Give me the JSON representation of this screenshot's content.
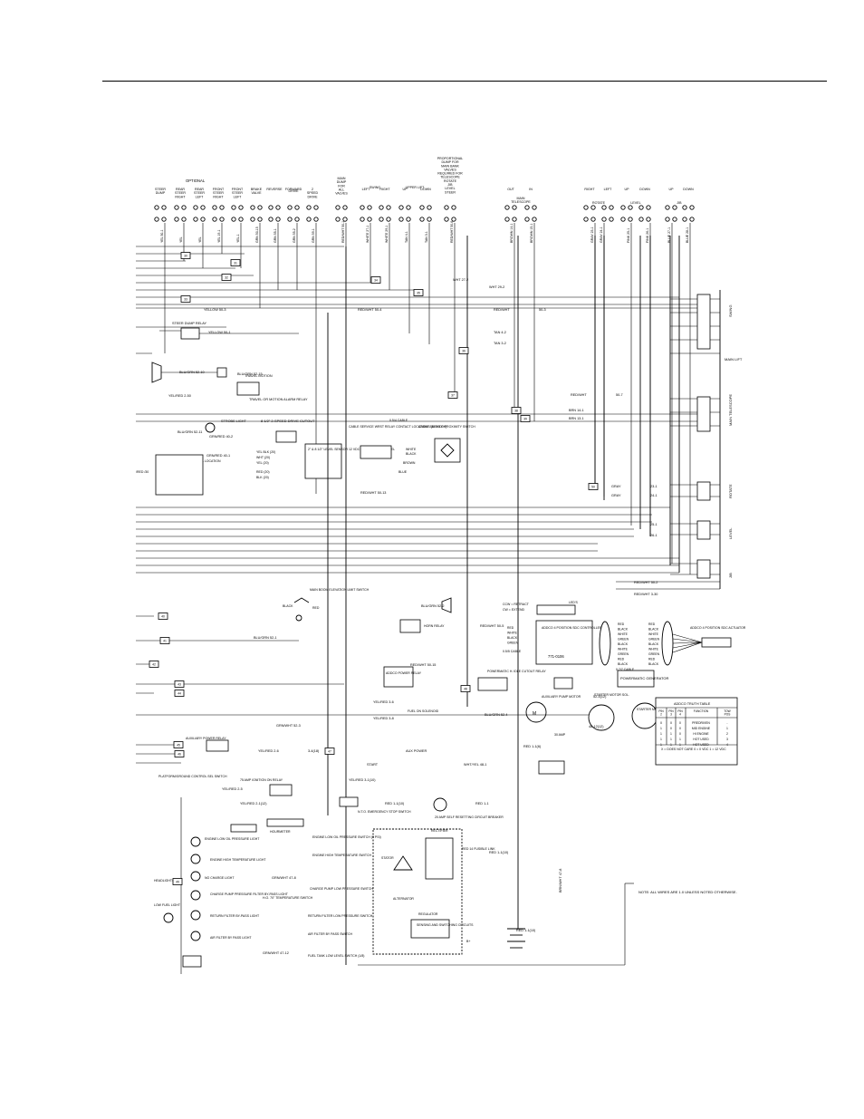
{
  "colors": {
    "ink": "#000000",
    "paper": "#ffffff"
  },
  "header": {
    "optional": "OPTIONAL"
  },
  "top_labels": {
    "steer_dump": "STEER\nDUMP",
    "rear_steer_right": "REAR\nSTEER\nRIGHT",
    "rear_steer_left": "REAR\nSTEER\nLEFT",
    "front_steer_right": "FRONT\nSTEER\nRIGHT",
    "front_steer_left": "FRONT\nSTEER\nLEFT",
    "brake_valve": "BRAKE\nVALVE",
    "drive": "DRIVE",
    "reverse": "REVERSE",
    "forward": "FORWARD",
    "two_speed": "2\nSPEED\nDRIVE",
    "main_dump": "MAIN\nDUMP\nFOR\nALL\nVALVES",
    "swing": "SWING",
    "swing_left": "LEFT",
    "swing_right": "RIGHT",
    "upper_lift": "UPPER LIFT",
    "up": "UP",
    "down": "DOWN",
    "proportional": "PROPORTIONAL\nDUMP FOR\nMAIN BANK\nVALVES\nREQUIRED FOR\nTELESCOPE\nROTATE\nJIB\nLEVEL\nSTEER",
    "main_telescope": "MAIN\nTELESCOPE",
    "out": "OUT",
    "in": "IN",
    "rotate": "ROTATE",
    "rotate_right": "RIGHT",
    "rotate_left": "LEFT",
    "level": "LEVEL",
    "level_up": "UP",
    "level_down": "DOWN",
    "jib": "JIB",
    "jib_up": "UP",
    "jib_down": "DOWN"
  },
  "wire_tags": {
    "yel_50_1": "YEL 50-1",
    "yel_t": "YEL",
    "yel_19_1": "YEL 19-1",
    "yel_11": "YEL-1",
    "grn_50_15": "GRN 50-15",
    "grn_55_1": "GRN 55-1",
    "grn_55_2": "GRN 55-2",
    "grn_59_1": "GRN 59-1",
    "red_wht_50_1": "RED/WHT 50-1",
    "wht_27_1": "WHITE 27-1",
    "wht_29_1": "WHITE 29-1",
    "tan_4_1": "TAN 4-1",
    "tan_3_1": "TAN 3-1",
    "red_wht_50_6": "RED/WHT 50-6",
    "brown_14_1": "BROWN 14-1",
    "brown_15_1": "BROWN 15-1",
    "gray_23_1": "GRAY 23-1",
    "gray_24_1": "GRAY 24-1",
    "pink_25_1": "PINK 25-1",
    "pink_26_1": "PINK 26-1",
    "blue_27_1": "BLUE 27-1",
    "blue_28_1": "BLUE 28-1"
  },
  "horizontal_labels": {
    "wht_27_2": "WHT 27-2",
    "wht_29_2": "WHT 29-2",
    "yellow_50_3": "YELLOW 50-3",
    "red_wht_50_4": "RED/WHT 50-4",
    "red_wht_50_5": "RED/WHT",
    "r50_3": "50-3",
    "tan_4_2": "TAN 4-2",
    "tan_3_2": "TAN 3-2",
    "red_wht_50_7": "RED/WHT",
    "r50_7": "50-7",
    "brn_14_1": "BRN 14-1",
    "brn_13_1": "BRN 13-1",
    "red_wht_50_13": "RED/WHT 50-13",
    "gray_a": "GRAY",
    "gray_b": "GRAY",
    "g23_1": "23-1",
    "g24_1": "24-1",
    "p25_1": "25-1",
    "p26_1": "26-1",
    "red_wht_50_2": "RED/WHT 50-2",
    "red_wht_3_30": "RED/WHT 3-30",
    "yellow_50_1": "YELLOW 50-1",
    "blu_grn_52_10": "BLU/GRN 52-10",
    "blu_grn_52_15": "BLU/GRN 52-15",
    "yel_red_2_50": "YEL/RED 2-50",
    "blu_grn_52_11": "BLU/GRN 52-11",
    "grn_red_40_2": "GRN/RED 40-2",
    "grn_red_40_1": "GRN/RED 40-1",
    "blu_grn_52_2": "BLU/GRN 52-2",
    "blu_grn_52_1": "BLU/GRN 52-1",
    "red_wht_50_5b": "RED/WHT 50-5",
    "red_wht_50_15": "RED/WHT 50-15",
    "yel_red_3_6": "YEL/RED 3-6",
    "yel_red_3_8": "YEL/RED 3-8",
    "blu_grn_52_4": "BLU/GRN 52-4",
    "grn_wht_52_3": "GRN/WHT 52-3",
    "yel_red_2_6": "YEL/RED 2-6",
    "yel_red_3_4": "3-4(18)",
    "red_1_1_10": "RED 1-1(10)",
    "red_1_1": "RED 1-1",
    "yel_red_2_5": "YEL/RED 2-5",
    "yel_red_2_12": "YEL/RED 2-1(12)",
    "yel_red_3_5": "YEL/RED 3-1(10)",
    "grn_wht_47_8": "GRN/WHT 47-8",
    "grn_wht_47_12": "GRN/WHT 47-12",
    "wht_yel_48_1": "WHT/YEL 48-1",
    "red_1_1_6": "RED 1-1(6)",
    "red_1_1_10b": "RED 1-1(10)",
    "brn_wht_47_8v": "BRN/WHT 47-8",
    "r52_4": "52-4(12)",
    "r48_12": "48-12(12)",
    "red_1_10": "RED 1-1(10)",
    "start": "START",
    "aux_power": "AUX POWER"
  },
  "device_labels": {
    "steer_dump_relay": "STEER DUMP RELAY",
    "travel_alarm": "TRAVEL OR MOTION\nALARM RELAY",
    "travel": "TRAVEL\nMOTION",
    "strobe": "STROBE\nLIGHT",
    "two_speed_cutout": "8 1/2\" 2-SPEED\nDRIVE CUTOUT",
    "yel_blk": "YEL BLK (20)",
    "wht_20": "WHT (20)",
    "yel_20": "YEL (20)",
    "red_20": "RED (20)",
    "blk_20": "BLK (20)",
    "level_sensor": "2\" & 8 1/2\"\nLEVEL\nSENSOR\n12 VDC\nOUTPUT\nWHEN LEVEL",
    "cable_relay": "CABLE SERVICE\nWRST RELAY\nCONTACT LOCATIONS\n(ALSO OK)",
    "cable_05": "0.5/4 CABLE",
    "prox": "CABLE SERVICE\nPROXIMITY SWITCH",
    "white": "WHITE",
    "black": "BLACK",
    "brown": "BROWN",
    "blue": "BLUE",
    "cable_relay_loc": "CABLE SERVICE\nRELAY COIL\nLOCATION",
    "red_wht_in": "/RED\n/30",
    "swing_side": "SWING",
    "main_lift_side": "MAIN\nLIFT",
    "telescope_side": "MAIN\nTELESCOPE",
    "rotate_side": "ROTATE",
    "level_side": "LEVEL",
    "jib_side": "JIB",
    "main_boom": "MAIN BOOM\nELEVATION\nLIMIT SWITCH",
    "red": "RED",
    "horn": "HORN\nRELAY",
    "horn_relay": "HORN\nRELAY",
    "ccw": "CCW = RETRACT",
    "cw": "CW = EXTEND",
    "leds": "LED'S",
    "controller": "ADDCO\n4 POSITION\nSDC\nCONTROLLER",
    "controller_part": "771-0106",
    "cable_05b": "0.5/5 CABLE",
    "cable_07": "0.7/7 CABLE",
    "red_w": "RED",
    "white_w": "WHITE",
    "black_w": "BLACK",
    "green_w": "GREEN",
    "actuator": "ADDCO 4 POSITION\nSDC ACTUATOR",
    "powermatic": "POWERMATIC\nGENERATOR",
    "power_relay": "ADDCO\nPOWER\nRELAY",
    "idle_cutout": "POWERMATIC\nH. IDLE CUTOUT\nRELAY",
    "fuel_solenoid": "FUEL ON\nSOLENOID",
    "aux_pump": "AUXILIARY\nPUMP\nMOTOR",
    "aux_power_relay": "AUXILIARY POWER\nRELAY",
    "starter_sol": "STARTER\nMOTOR\nSOL.",
    "starter_motor": "STARTER\nMOTOR",
    "amp30": "30 AMP",
    "truth_title": "ADDCO TRUTH TABLE",
    "headlights": "HEADLIGHTS",
    "platform_ground": "PLATFORM/GROUND\nCONTROL SEL SWITCH",
    "ignition_relay": "75 AMP IGNITION ON RELAY",
    "emergency_stop": "N.T.O. EMERGENCY\nSTOP SWITCH",
    "breaker": "20 AMP\nSELF RESETTING\nCIRCUIT BREAKER",
    "hourmeter": "HOURMETER",
    "eng_oil_light": "ENGINE\nLOW OIL\nPRESSURE\nLIGHT",
    "eng_temp_light": "ENGINE HIGH\nTEMPERATURE\nLIGHT",
    "no_charge": "NO CHARGE LIGHT",
    "charge_filter": "CHARGE PUMP\nPRESSURE FILTER\nBY-PASS LIGHT",
    "return_filter": "RETURN FILTER\nBY-PASS LIGHT",
    "air_filter": "AIR FILTER\nBY PASS LIGHT",
    "low_fuel": "LOW FUEL\nLIGHT",
    "eng_oil_switch": "ENGINE\nLOW OIL PRESSURE\nSWITCH (9 PSI)",
    "eng_temp_switch": "ENGINE\nHIGH TEMPERATURE\nSWITCH",
    "charge_switch": "CHARGE PUMP\nLOW PRESSURE\nSWITCH",
    "hyd_temp": "H.O. 70\"\nTEMPERATURE\nSWITCH",
    "return_switch": "RETURN FILTER\nLOW PRESSURE\nSWITCH",
    "air_switch": "AIR FILTER\nBY PASS\nSWITCH",
    "fuel_tank": "FUEL TANK\nLOW LEVEL\nSWITCH (1/8)",
    "stator": "STATOR",
    "rectifier": "RECTIFIER",
    "alternator": "ALTERNATOR",
    "regulator": "REGULATOR",
    "sensing": "SENSING AND\nSWITCHING\nCIRCUITS",
    "fusible": "RED 14\nFUSIBLE\nLINK",
    "note": "NOTE:  ALL WIRES ARE 1.0\n       UNLESS NOTED OTHERWISE.",
    "plus_b": "B+",
    "m": "M",
    "o_v": "O v",
    "not_care": "X = DOES NOT CARE\n0 = 0 VDC\n1 = 12 VDC"
  },
  "truth_table": {
    "headers": [
      "PIN\n2",
      "PIN\n3",
      "PIN\n4",
      "FUNCTION",
      "TOW\nPOS"
    ],
    "rows": [
      [
        "X",
        "X",
        "0",
        "PREDRIVEN",
        "-"
      ],
      [
        "1",
        "0",
        "0",
        "MID ENGINE",
        "1"
      ],
      [
        "1",
        "1",
        "0",
        "HI ENGINE",
        "2"
      ],
      [
        "1",
        "1",
        "1",
        "HOT USED",
        "3"
      ],
      [
        "1",
        "1",
        "1",
        "HOT USED",
        "4"
      ]
    ]
  },
  "tag_numbers": [
    "30",
    "31",
    "32",
    "33",
    "34",
    "35",
    "36",
    "37",
    "38",
    "39",
    "40",
    "41",
    "42",
    "43",
    "44",
    "45",
    "46",
    "47",
    "48",
    "49",
    "50"
  ]
}
